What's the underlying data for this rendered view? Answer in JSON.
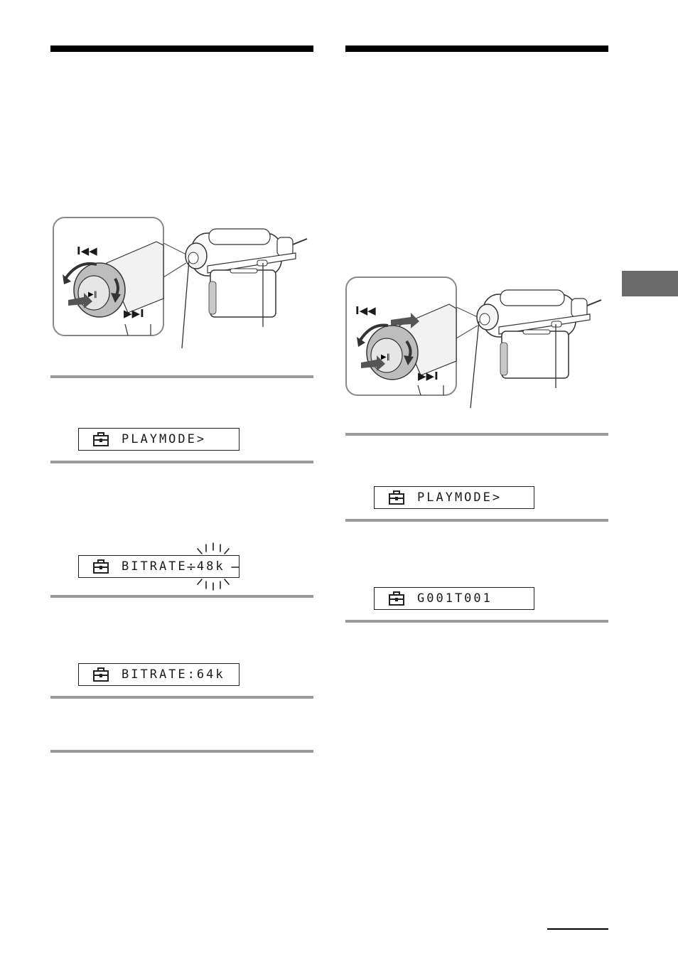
{
  "left_column": {
    "illustration": {
      "prev_track_symbol": "I◀◀",
      "next_track_symbol": "▶▶I"
    },
    "display_1": {
      "text": "PLAYMODE>"
    },
    "display_2": {
      "text": "BITRATE:48k"
    },
    "display_3": {
      "text": "BITRATE:64k"
    }
  },
  "right_column": {
    "illustration": {
      "prev_track_symbol": "I◀◀",
      "next_track_symbol": "▶▶I"
    },
    "display_1": {
      "text": "PLAYMODE>"
    },
    "display_2": {
      "text": "G001T001"
    }
  },
  "icons": {
    "menu_icon": "toolbox-icon"
  },
  "colors": {
    "side_tab": "#6b6b6b",
    "step_rule": "#9a9a9a"
  }
}
